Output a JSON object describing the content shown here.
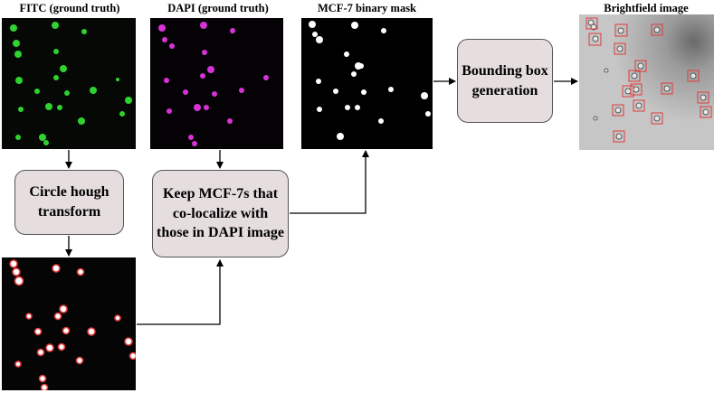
{
  "titles": {
    "fitc": "FITC (ground truth)",
    "dapi": "DAPI (ground truth)",
    "mask": "MCF-7 binary mask",
    "brightfield": "Brightfield image"
  },
  "steps": {
    "hough": "Circle hough transform",
    "colocalize": "Keep MCF-7s that co-localize with those in DAPI image",
    "bbox": "Bounding box generation"
  },
  "colors": {
    "fitc_cell": "#2fd22f",
    "dapi_cell": "#d633d6",
    "mask_cell": "#ffffff",
    "detection_ring": "#e03a3a",
    "box_fill": "#e6dede",
    "bbox_stroke": "#e03a3a"
  }
}
